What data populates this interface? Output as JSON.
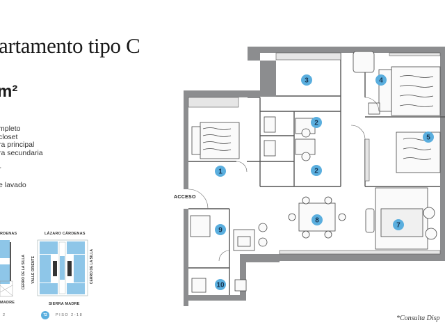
{
  "title": "artamento tipo C",
  "area_unit": "m²",
  "features": [
    "mpleto",
    "closet",
    "ra principal",
    "ra secundaria",
    "",
    "r",
    "",
    "e lavado"
  ],
  "mini_plan_left": {
    "street_top": "RDENAS",
    "street_bottom": "MADRE",
    "piso": "2"
  },
  "mini_plan_right": {
    "street_top": "LÁZARO CÁRDENAS",
    "street_bottom": "SIERRA MADRE",
    "street_left": "VALLE ORIENTE",
    "street_left_outer": "CERRO DE LA SILLA",
    "street_right": "CERRO DE LA SILLA",
    "badge": "72",
    "piso": "PISO 2-18"
  },
  "acceso_label": "ACCESO",
  "note": "*Consulta Disp",
  "colors": {
    "wall": "#8c8d8f",
    "badge": "#5aaede",
    "mini_plan_fill": "#8ec6e8"
  },
  "room_numbers": [
    "1",
    "2",
    "2",
    "3",
    "4",
    "5",
    "7",
    "8",
    "9",
    "10"
  ]
}
